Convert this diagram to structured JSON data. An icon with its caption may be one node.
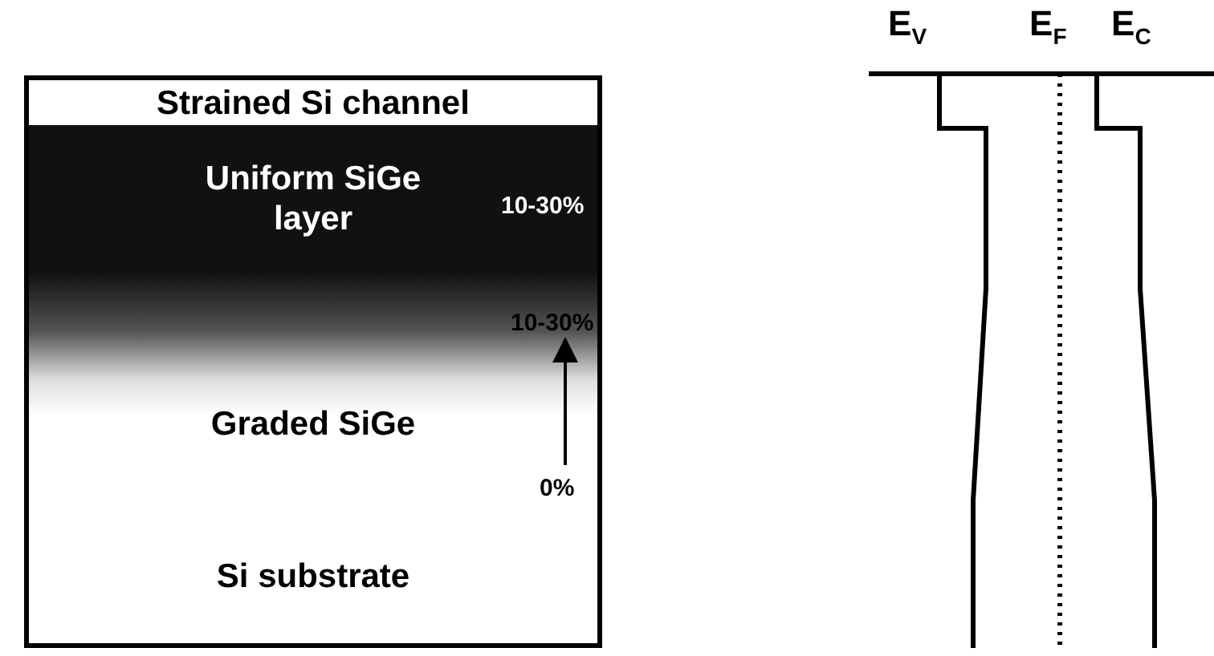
{
  "diagram": {
    "nodes": [
      {
        "text": [
          "Strained Si channel"
        ]
      },
      {
        "text": [
          "Uniform SiGe layer"
        ]
      },
      {
        "text": [
          "Graded SiGe"
        ]
      },
      {
        "text": [
          "Si substrate"
        ]
      }
    ],
    "edges": [],
    "labels": [
      "E$_{V}$",
      "E$_{F}$",
      "E$_{C}$",
      "10-30%",
      "10-30%",
      "0%"
    ]
  }
}
